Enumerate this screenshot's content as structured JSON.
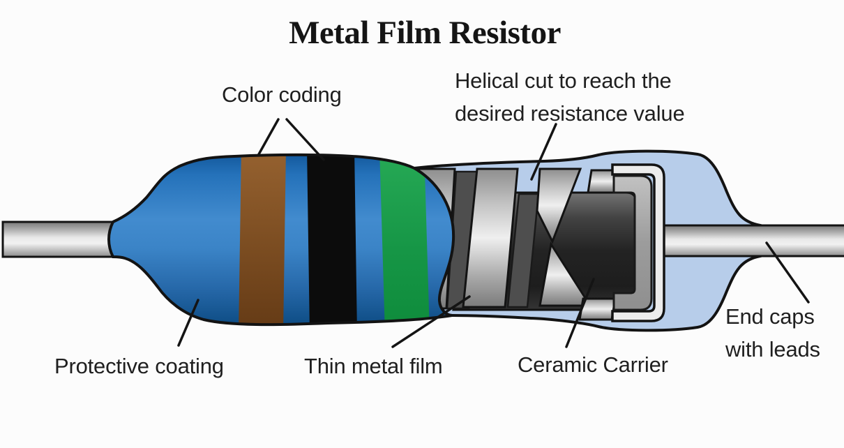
{
  "title": "Metal Film Resistor",
  "labels": {
    "color_coding": {
      "text": "Color coding"
    },
    "helical_cut": {
      "line1": "Helical cut to reach the",
      "line2": "desired resistance value"
    },
    "protective_coating": {
      "text": "Protective coating"
    },
    "thin_metal_film": {
      "text": "Thin metal film"
    },
    "ceramic_carrier": {
      "text": "Ceramic Carrier"
    },
    "end_caps": {
      "line1": "End caps",
      "line2": "with leads"
    }
  },
  "palette": {
    "background": "#fcfcfc",
    "label_text": "#1f1f1f",
    "body_blue": "#2e77ba",
    "band_brown": "#7d4e22",
    "band_black": "#0c0c0c",
    "band_green": "#1da04a",
    "coating_light_blue": "#b7cdea",
    "metal_film_silver": "#d9d9d9",
    "ceramic_dark": "#262626",
    "end_cap_gray": "#9c9c9c",
    "lead_gray": "#c9c9c9",
    "outline_black": "#131313"
  }
}
